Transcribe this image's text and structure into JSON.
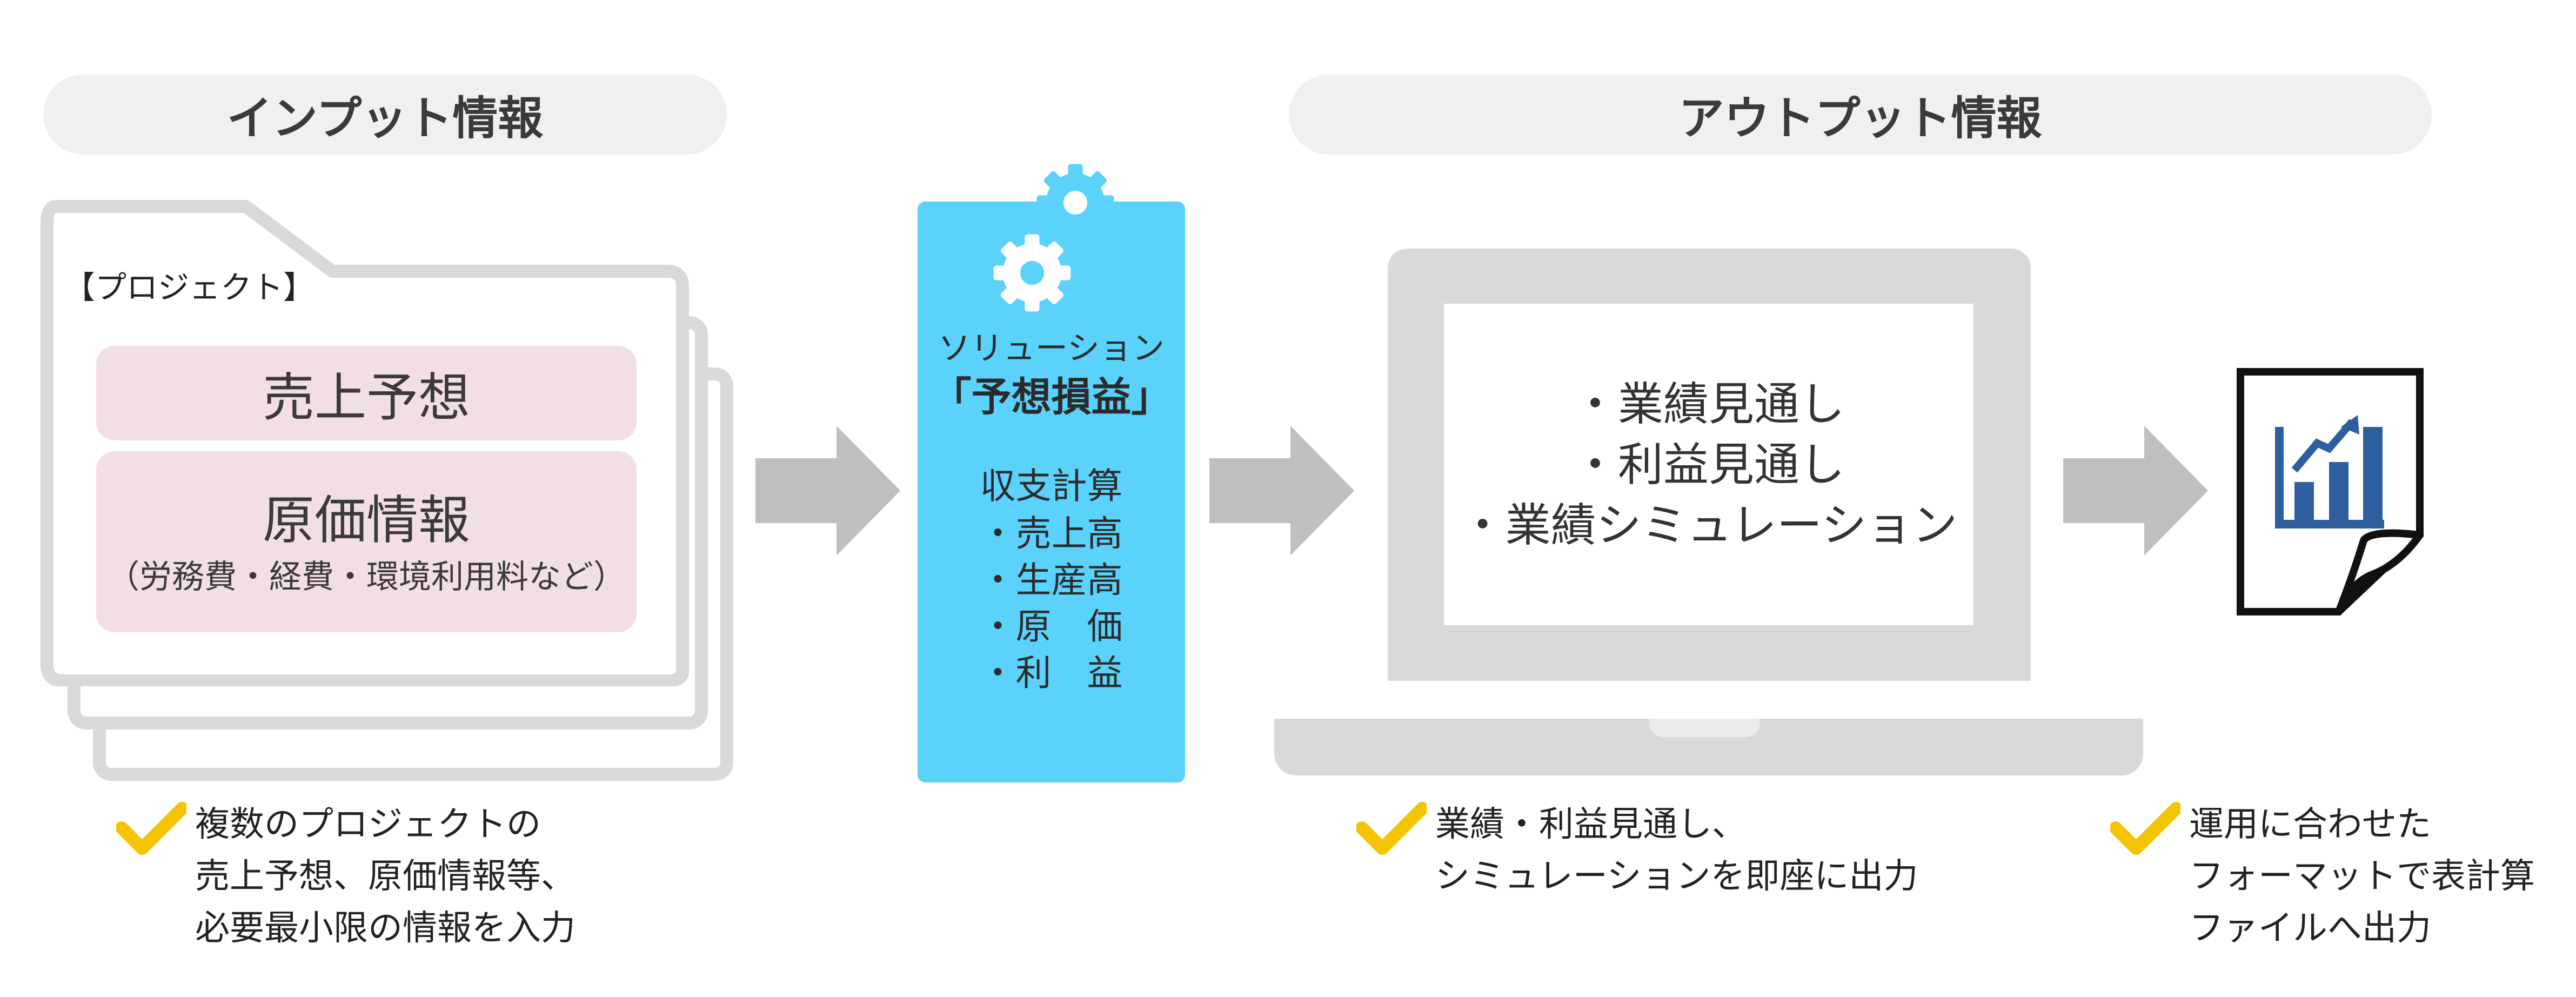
{
  "headers": {
    "input": "インプット情報",
    "output": "アウトプット情報"
  },
  "project": {
    "tag": "【プロジェクト】",
    "sales_forecast": "売上予想",
    "cost_info_title": "原価情報",
    "cost_info_detail": "（労務費・経費・環境利用料など）"
  },
  "solution": {
    "label": "ソリューション",
    "name": "「予想損益」",
    "calc_title": "収支計算",
    "items": [
      "・売上高",
      "・生産高",
      "・原　価",
      "・利　益"
    ]
  },
  "laptop": {
    "lines": [
      "・業績見通し",
      "・利益見通し",
      "・業績シミュレーション"
    ]
  },
  "checks": {
    "input": [
      "複数のプロジェクトの",
      "売上予想、原価情報等、",
      "必要最小限の情報を入力"
    ],
    "output": [
      "業績・利益見通し、",
      "シミュレーションを即座に出力"
    ],
    "file": [
      "運用に合わせた",
      "フォーマットで表計算",
      "ファイルへ出力"
    ]
  },
  "colors": {
    "solution_bg": "#5ad2fb",
    "pill_bg": "#f0f0f0",
    "gray": "#d9d9d9",
    "arrow": "#bfbfbf",
    "check": "#f5c400",
    "pink": "#f2dfe6",
    "report_icon": "#2e5e9e"
  },
  "icons": [
    "gear-icon",
    "gear-icon",
    "check-icon",
    "report-chart-icon"
  ]
}
